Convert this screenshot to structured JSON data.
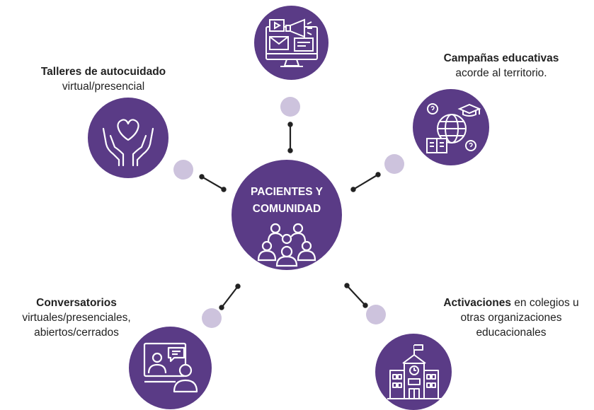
{
  "center": {
    "line1": "PACIENTES Y",
    "line2": "COMUNIDAD",
    "icon": "people-group-icon"
  },
  "nodes": {
    "top": {
      "icon": "media-campaign-icon"
    },
    "talleres": {
      "bold": "Talleres de autocuidado",
      "line2": "virtual/presencial",
      "icon": "hands-heart-icon"
    },
    "campanas": {
      "bold": "Campañas educativas",
      "line2": "acorde al territorio.",
      "icon": "globe-education-icon"
    },
    "conversatorios": {
      "bold": "Conversatorios",
      "line2": "virtuales/presenciales,",
      "line3": "abiertos/cerrados",
      "icon": "video-chat-icon"
    },
    "activaciones": {
      "bold": "Activaciones",
      "rest": " en colegios u",
      "line2": "otras organizaciones",
      "line3": "educacionales",
      "icon": "school-building-icon"
    }
  },
  "colors": {
    "primary": "#5a3b86",
    "dot": "#cdc3dd",
    "connector": "#222222"
  }
}
